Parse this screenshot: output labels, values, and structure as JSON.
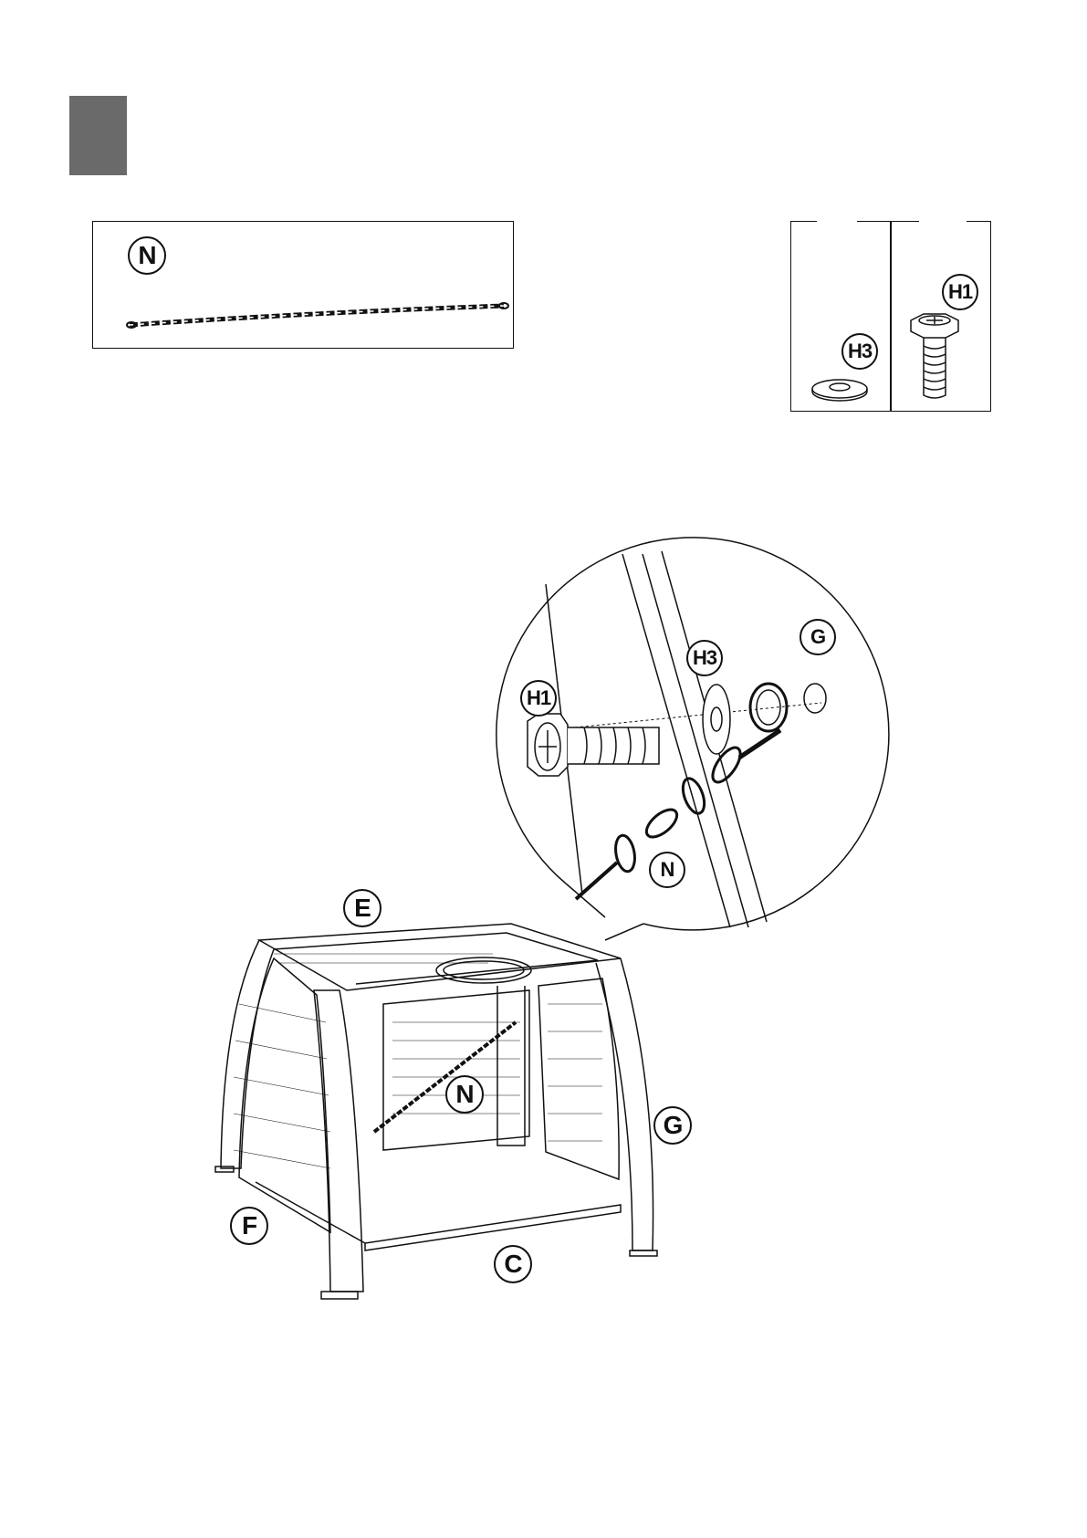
{
  "step_marker": "",
  "parts": {
    "chain_label": "N"
  },
  "hardware": {
    "washer_label": "H3",
    "bolt_label": "H1"
  },
  "detail": {
    "bolt_label": "H1",
    "washer_label": "H3",
    "leg_label": "G",
    "chain_label": "N"
  },
  "assembly": {
    "top_frame_label": "E",
    "side_panel_label": "F",
    "bottom_frame_label": "C",
    "leg_label": "G",
    "chain_label": "N"
  }
}
